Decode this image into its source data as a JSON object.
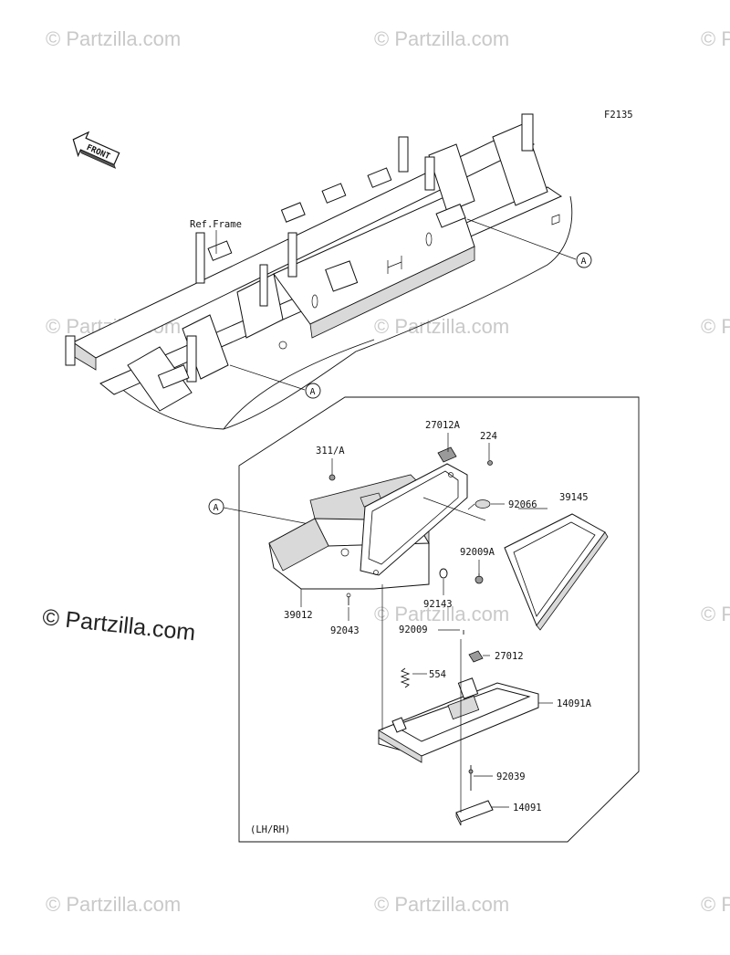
{
  "diagram_code": "F2135",
  "front_label": "FRONT",
  "ref_frame_label": "Ref.Frame",
  "callout_letter": "A",
  "variant_label": "(LH/RH)",
  "watermark_text": "© Partzilla.com",
  "parts": {
    "p27012A": "27012A",
    "p224": "224",
    "p311A": "311/A",
    "p92066": "92066",
    "p39145": "39145",
    "p92009A": "92009A",
    "p92143": "92143",
    "p39012": "39012",
    "p92043": "92043",
    "p92009": "92009",
    "p27012": "27012",
    "p554": "554",
    "p14091A": "14091A",
    "p92039": "92039",
    "p14091": "14091"
  }
}
